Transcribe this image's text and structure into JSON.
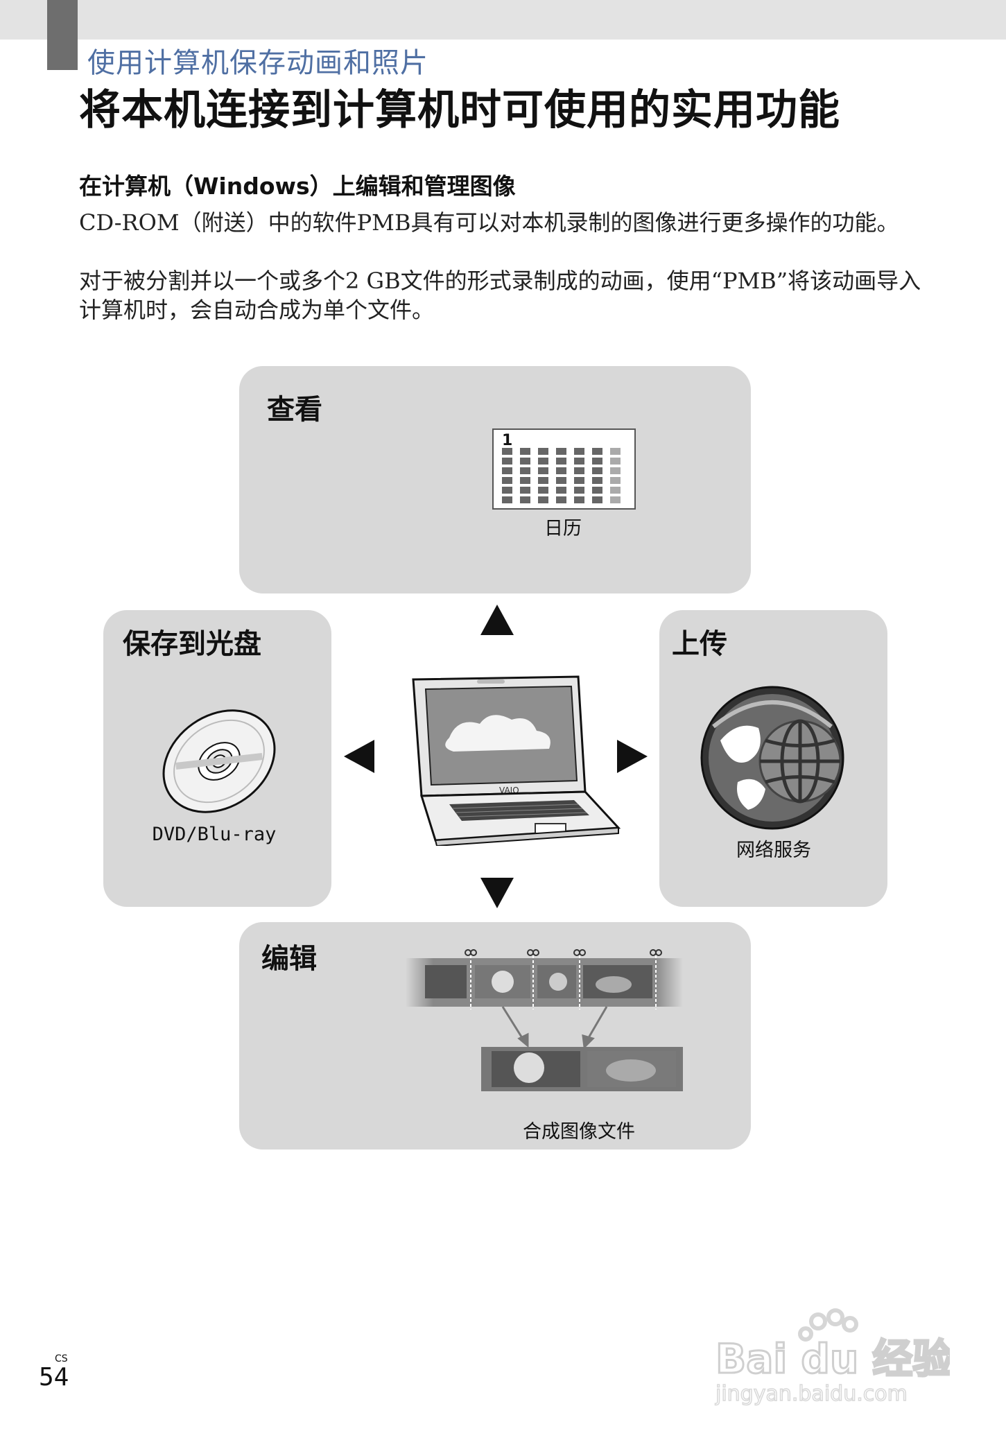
{
  "header": {
    "section_title": "使用计算机保存动画和照片",
    "main_title": "将本机连接到计算机时可使用的实用功能"
  },
  "content": {
    "subheading": "在计算机（Windows）上编辑和管理图像",
    "paragraph1": "CD-ROM（附送）中的软件PMB具有可以对本机录制的图像进行更多操作的功能。",
    "paragraph2": "对于被分割并以一个或多个2 GB文件的形式录制成的动画，使用“PMB”将该动画导入计算机时，会自动合成为单个文件。"
  },
  "diagram": {
    "view": {
      "label": "查看",
      "calendar_number": "1",
      "caption": "日历"
    },
    "save_disc": {
      "label": "保存到光盘",
      "caption": "DVD/Blu-ray"
    },
    "upload": {
      "label": "上传",
      "caption": "网络服务"
    },
    "edit": {
      "label": "编辑",
      "caption": "合成图像文件"
    },
    "laptop_logo": "VAIO"
  },
  "footer": {
    "page_number": "54",
    "lang_code": "CS"
  },
  "watermark": {
    "brand": "Bai du 经验",
    "url": "jingyan.baidu.com"
  },
  "colors": {
    "panel": "#d8d8d8",
    "section_title": "#4f6fa3",
    "top_bar": "#e3e3e3"
  }
}
